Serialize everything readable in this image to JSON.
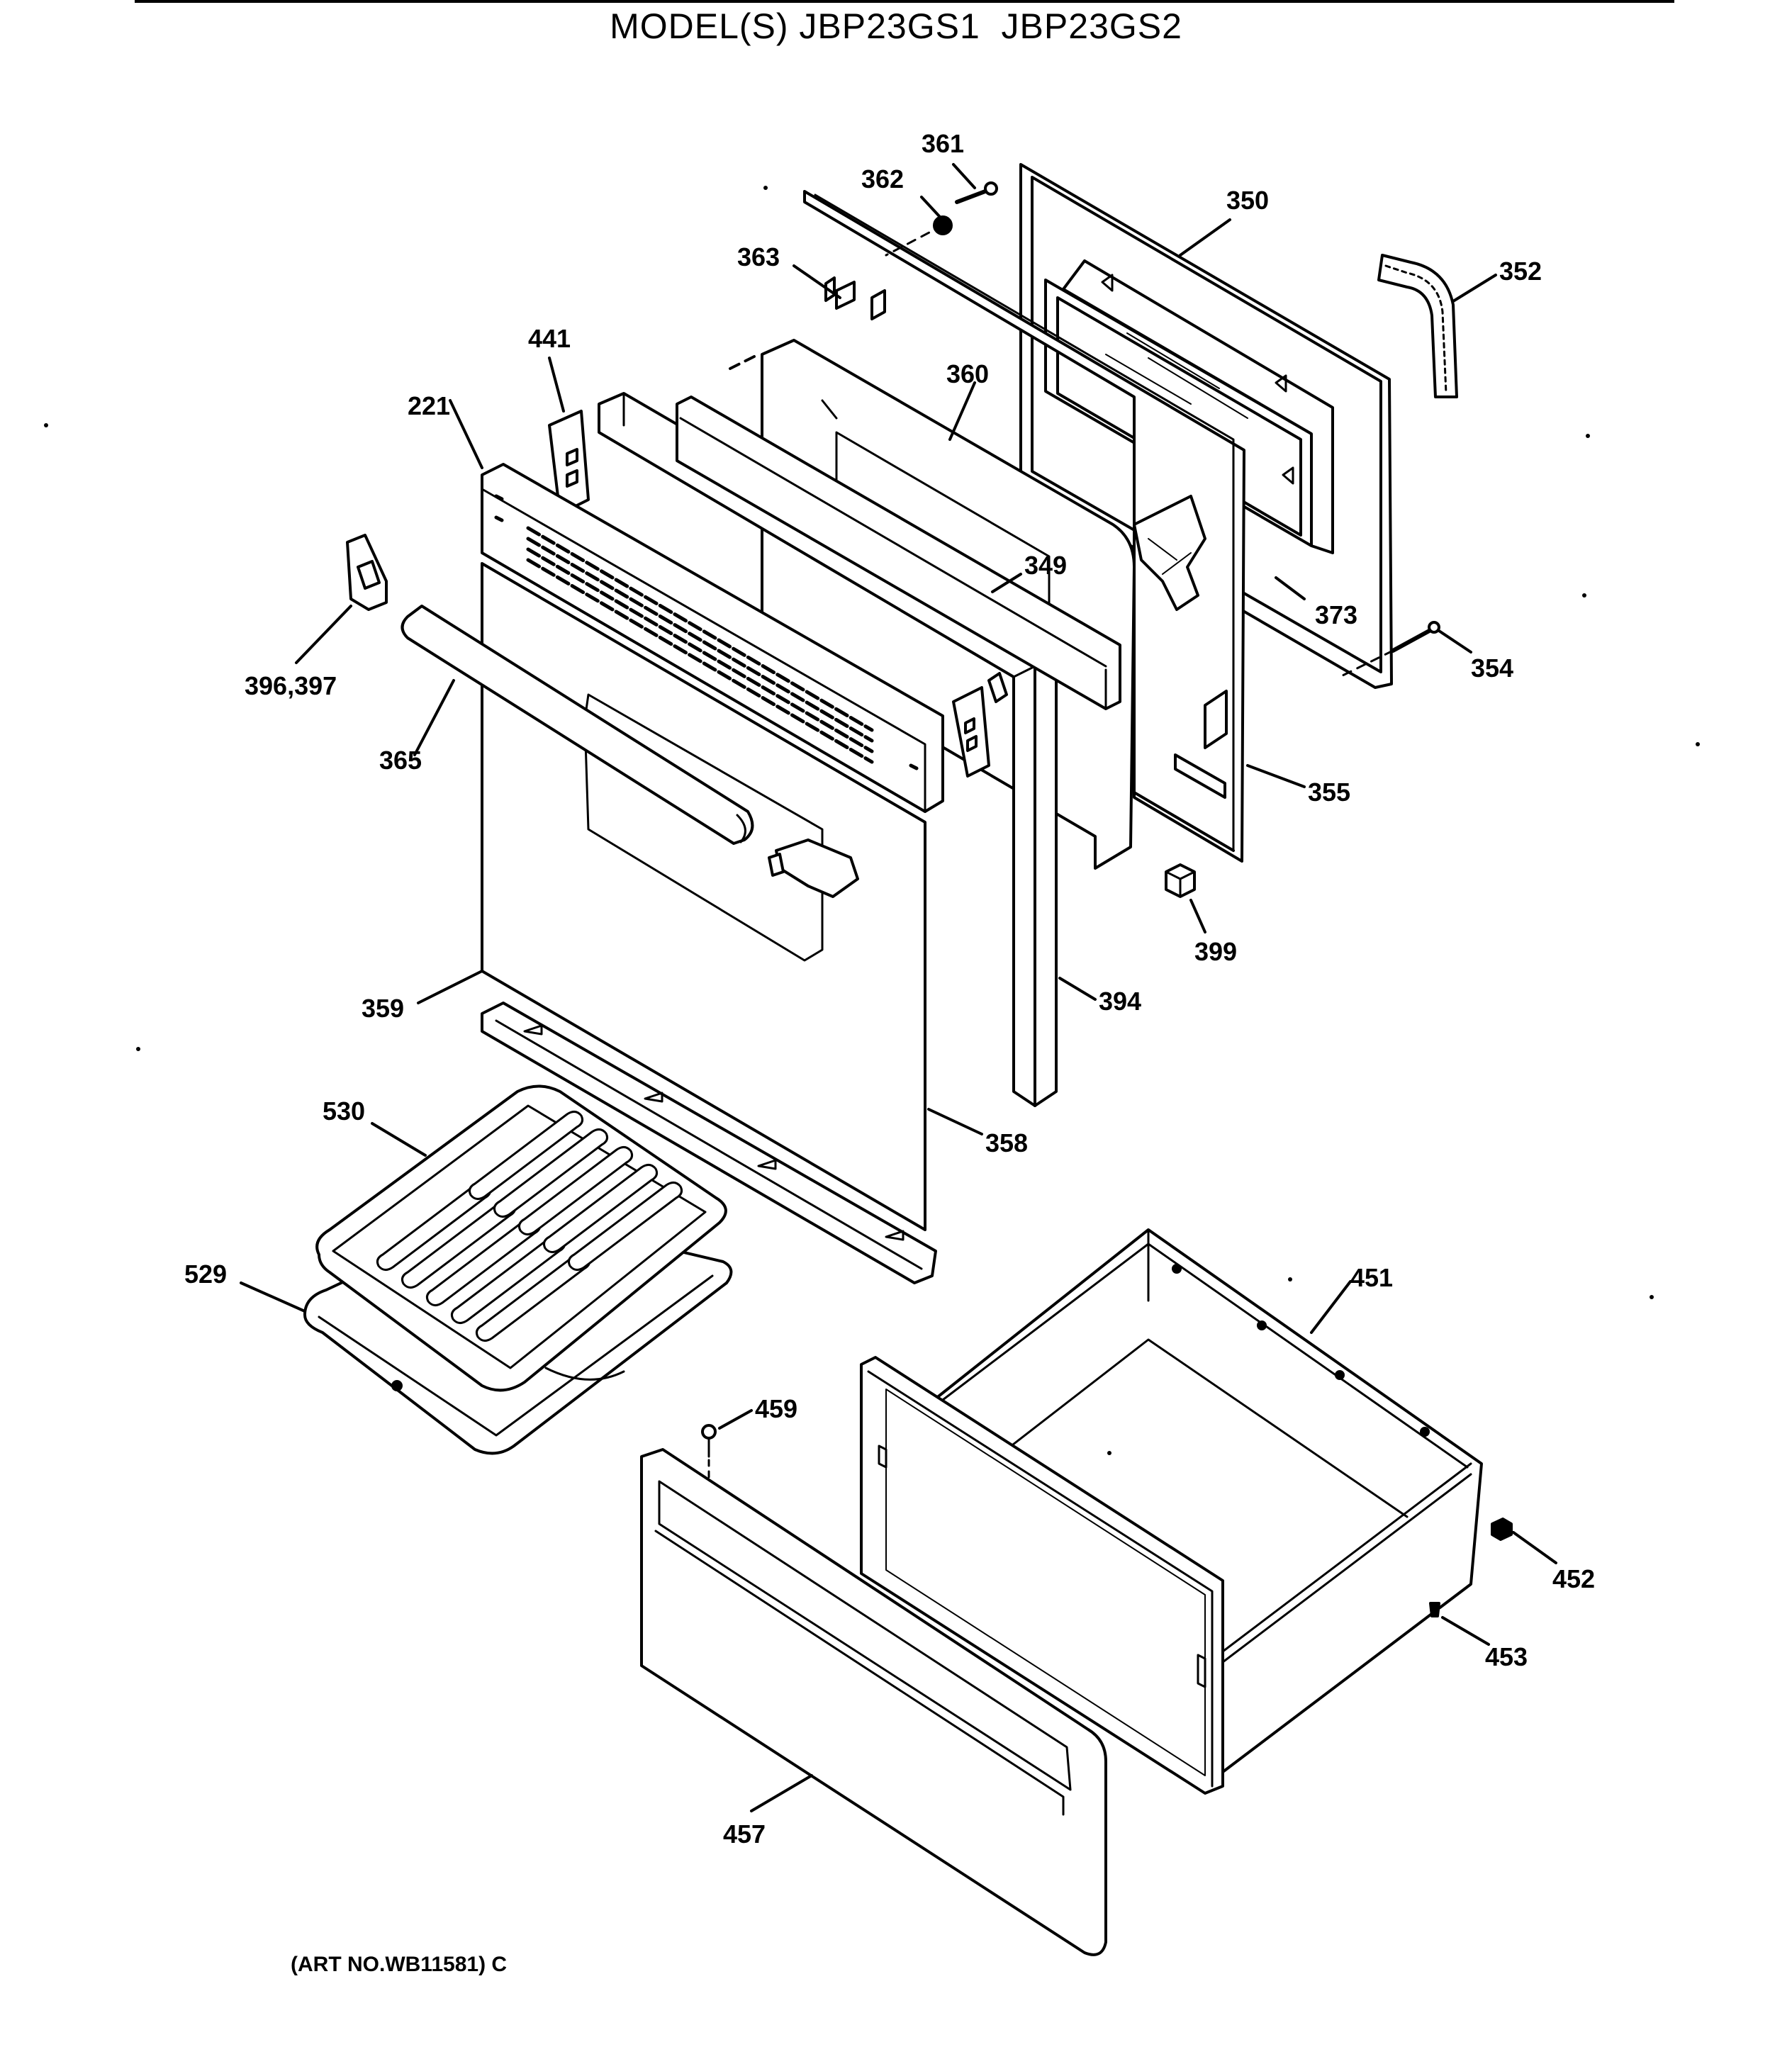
{
  "title": "MODEL(S) JBP23GS1  JBP23GS2",
  "art_number": "(ART NO.WB11581) C",
  "callouts": {
    "c361": "361",
    "c362": "362",
    "c350": "350",
    "c352": "352",
    "c363": "363",
    "c441": "441",
    "c360": "360",
    "c221": "221",
    "c349": "349",
    "c373": "373",
    "c396": "396,397",
    "c354": "354",
    "c365": "365",
    "c355": "355",
    "c399": "399",
    "c359": "359",
    "c394": "394",
    "c530": "530",
    "c358": "358",
    "c529": "529",
    "c451": "451",
    "c459": "459",
    "c452": "452",
    "c453": "453",
    "c457": "457"
  }
}
